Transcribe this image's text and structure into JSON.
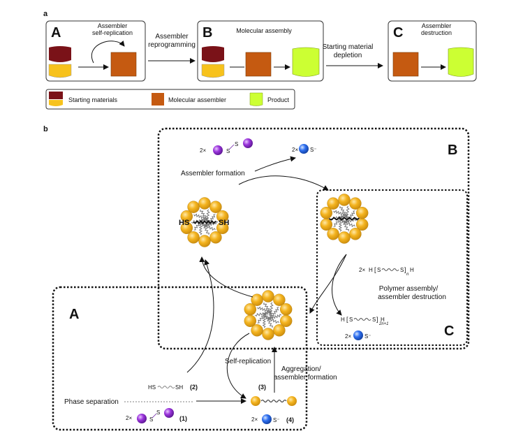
{
  "panel_a": {
    "label": "a",
    "boxes": [
      {
        "letter": "A",
        "caption_1": "Assembler",
        "caption_2": "self-replication"
      },
      {
        "letter": "B",
        "caption_1": "Molecular assembly",
        "caption_2": ""
      },
      {
        "letter": "C",
        "caption_1": "Assembler",
        "caption_2": "destruction"
      }
    ],
    "arrows": [
      {
        "line_1": "Assembler",
        "line_2": "reprogramming"
      },
      {
        "line_1": "Starting material",
        "line_2": "depletion"
      }
    ],
    "legend": [
      {
        "label": "Starting materials"
      },
      {
        "label": "Molecular assembler"
      },
      {
        "label": "Product"
      }
    ]
  },
  "panel_b": {
    "label": "b",
    "region_labels": {
      "A": "A",
      "B": "B",
      "C": "C"
    },
    "texts": {
      "two_x_a": "2×",
      "two_x_b": "2×",
      "two_x_c": "2×",
      "two_x_d": "2×",
      "two_x_e": "2×",
      "s1": "S",
      "s2": "S",
      "s3": "S",
      "s4": "S",
      "s_minus": "S⁻",
      "s_minus_2": "S⁻",
      "s_minus_3": "S⁻",
      "assembler_formation": "Assembler formation",
      "polymer_assembly_1": "Polymer assembly/",
      "polymer_assembly_2": "assembler destruction",
      "self_replication": "Self-replication",
      "aggregation_1": "Aggregation/",
      "aggregation_2": "assembler formation",
      "phase_separation": "Phase separation",
      "hs": "HS",
      "sh": "SH",
      "hs_small": "HS",
      "sh_small": "SH",
      "num_1": "(1)",
      "num_2": "(2)",
      "num_3": "(3)",
      "num_4": "(4)",
      "polymer_in_1": "H",
      "polymer_in_2": "S",
      "polymer_in_3": "S",
      "polymer_in_4": "H",
      "polymer_in_n": "n",
      "polymer_out_1": "H",
      "polymer_out_2": "S",
      "polymer_out_3": "S",
      "polymer_out_4": "H",
      "polymer_out_n": "2n+1"
    }
  },
  "colors": {
    "starting_material_dark": "#7a1218",
    "starting_material_yellow": "#f7c21c",
    "assembler_orange": "#c55a11",
    "product_green": "#ccff33",
    "gold_sphere": "#f2b21b",
    "purple_sphere": "#8f2bd1",
    "blue_sphere": "#1c5fe8"
  }
}
